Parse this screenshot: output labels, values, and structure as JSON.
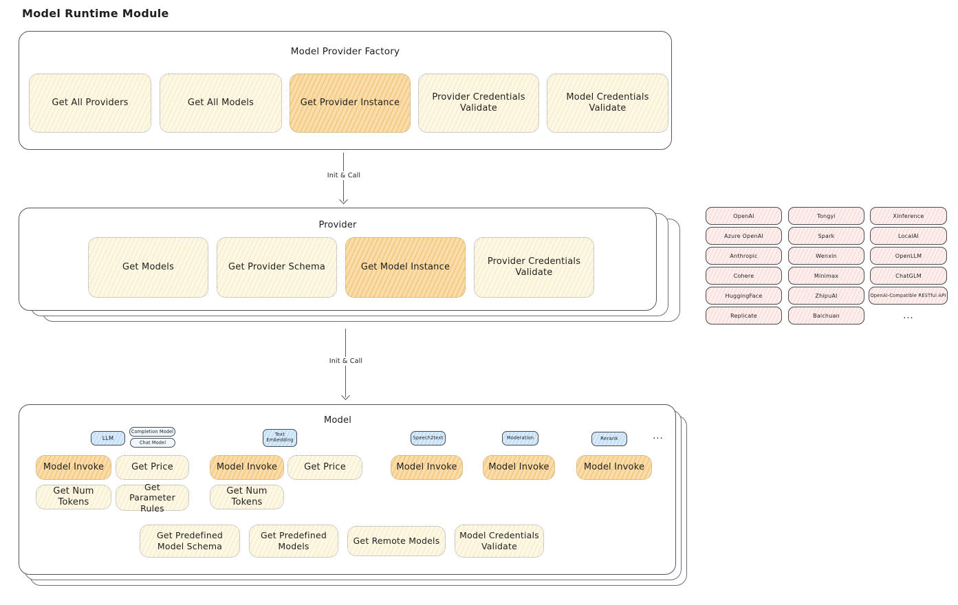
{
  "title": "Model Runtime Module",
  "colors": {
    "cream_fill": "#fdf8e6",
    "highlight_fill": "#f9ddab",
    "pink_fill": "#fdefee",
    "blue_tag_fill": "#d9ebfa",
    "box_border": "#50555b",
    "text": "#1e1e1e"
  },
  "factory": {
    "title": "Model Provider Factory",
    "buttons": [
      {
        "label": "Get All Providers",
        "highlighted": false
      },
      {
        "label": "Get All Models",
        "highlighted": false
      },
      {
        "label": "Get Provider Instance",
        "highlighted": true
      },
      {
        "label": "Provider Credentials Validate",
        "highlighted": false
      },
      {
        "label": "Model Credentials Validate",
        "highlighted": false
      }
    ]
  },
  "arrows": [
    {
      "label": "Init & Call"
    },
    {
      "label": "Init & Call"
    }
  ],
  "provider": {
    "title": "Provider",
    "buttons": [
      {
        "label": "Get Models",
        "highlighted": false
      },
      {
        "label": "Get Provider Schema",
        "highlighted": false
      },
      {
        "label": "Get Model Instance",
        "highlighted": true
      },
      {
        "label": "Provider Credentials Validate",
        "highlighted": false
      }
    ]
  },
  "providers_grid": {
    "columns": [
      [
        "OpenAI",
        "Azure OpenAI",
        "Anthropic",
        "Cohere",
        "HuggingFace",
        "Replicate"
      ],
      [
        "Tongyi",
        "Spark",
        "Wenxin",
        "Minimax",
        "ZhipuAI",
        "Baichuan"
      ],
      [
        "Xinference",
        "LocalAI",
        "OpenLLM",
        "ChatGLM",
        "OpenAI-Compatible RESTful API"
      ]
    ],
    "more": "..."
  },
  "model": {
    "title": "Model",
    "groups": [
      {
        "tag": "LLM",
        "subtags": [
          "Completion Model",
          "Chat Model"
        ],
        "buttons": [
          {
            "label": "Model Invoke",
            "highlighted": true
          },
          {
            "label": "Get Price",
            "highlighted": false
          },
          {
            "label": "Get Num Tokens",
            "highlighted": false
          },
          {
            "label": "Get Parameter Rules",
            "highlighted": false
          }
        ]
      },
      {
        "tag": "Text Embedding",
        "buttons": [
          {
            "label": "Model Invoke",
            "highlighted": true
          },
          {
            "label": "Get Price",
            "highlighted": false
          },
          {
            "label": "Get Num Tokens",
            "highlighted": false
          }
        ]
      },
      {
        "tag": "Speech2text",
        "buttons": [
          {
            "label": "Model Invoke",
            "highlighted": true
          }
        ]
      },
      {
        "tag": "Moderation",
        "buttons": [
          {
            "label": "Model Invoke",
            "highlighted": true
          }
        ]
      },
      {
        "tag": "Rerank",
        "buttons": [
          {
            "label": "Model Invoke",
            "highlighted": true
          }
        ]
      }
    ],
    "more": "...",
    "bottom_buttons": [
      {
        "label": "Get Predefined Model Schema"
      },
      {
        "label": "Get Predefined Models"
      },
      {
        "label": "Get Remote Models"
      },
      {
        "label": "Model Credentials Validate"
      }
    ]
  }
}
